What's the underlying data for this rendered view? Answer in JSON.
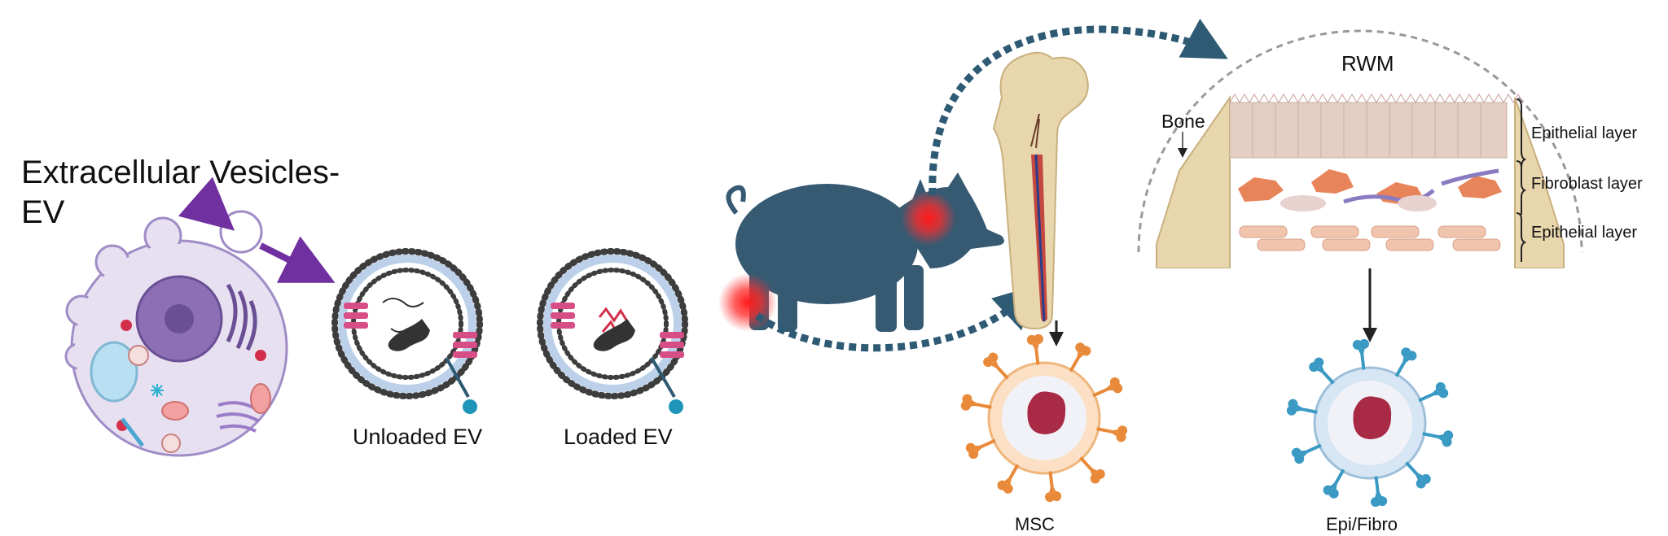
{
  "title_line1": "Extracellular Vesicles-",
  "title_line2": "EV",
  "vesicles": {
    "unloaded": "Unloaded EV",
    "loaded": "Loaded EV"
  },
  "rwm": {
    "title": "RWM",
    "bone": "Bone",
    "layers": [
      "Epithelial layer",
      "Fibroblast layer",
      "Epithelial layer"
    ]
  },
  "cells": {
    "msc": "MSC",
    "epi": "Epi/Fibro"
  },
  "colors": {
    "pig": "#365a72",
    "arrow_dash": "#2f5a74",
    "ev_arrow": "#7030a0",
    "cell_fill": "#e7e0f1",
    "cell_stroke": "#a08cc6",
    "nucleus": "#8d6fb5",
    "cargo_red": "#d32f4b",
    "bone_fill": "#e8d6ad",
    "marrow": "#c4483f",
    "msc_marker": "#e88a3a",
    "epi_marker": "#3a9ac4",
    "core": "#a82a45",
    "fibroblast": "#e8845a",
    "epithelium": "#e4cfc2",
    "injection_glow": "#ff1a1a"
  },
  "icons": [
    "secreting-cell-icon",
    "pig-icon",
    "femur-icon",
    "msc-cell-icon",
    "epithelial-cell-icon",
    "ev-vesicle-icon"
  ]
}
